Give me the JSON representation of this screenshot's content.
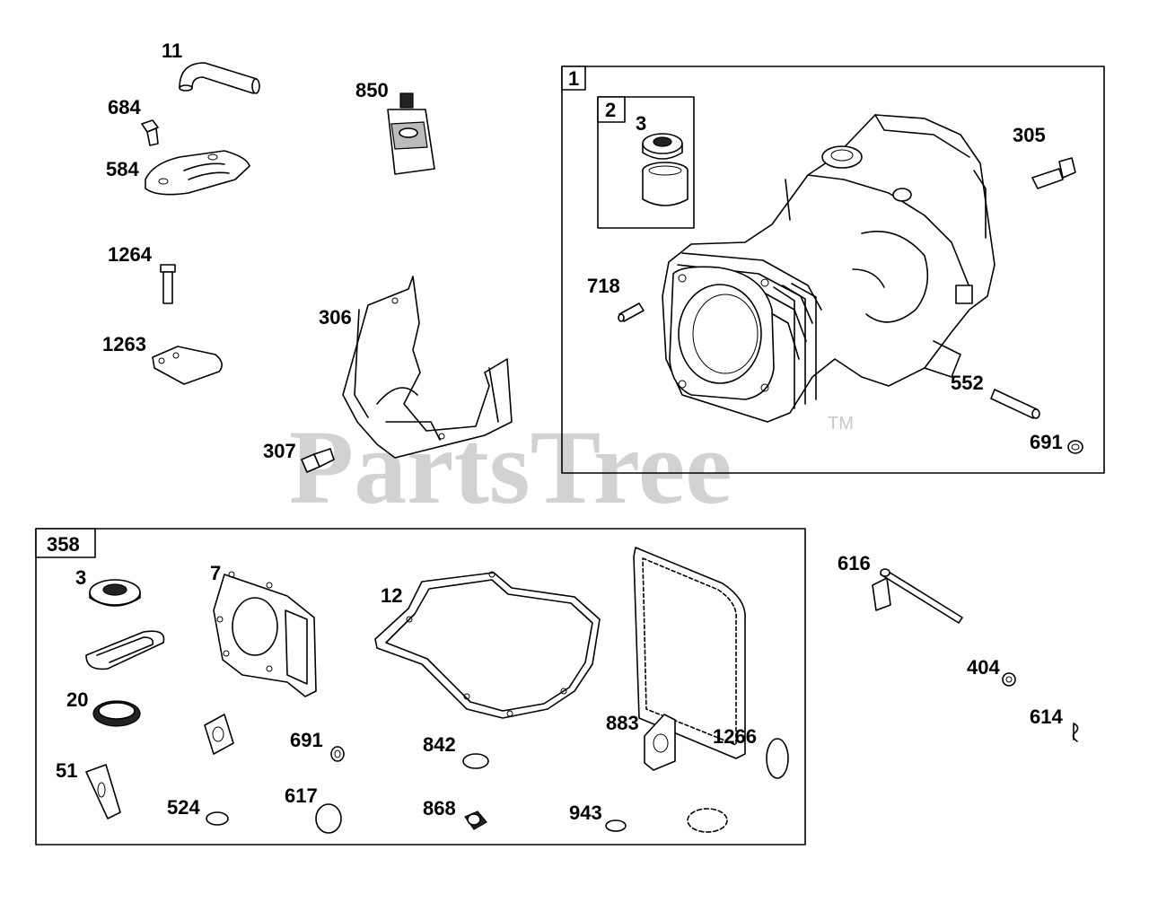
{
  "watermark": {
    "brand": "PartsTree",
    "trademark": "TM"
  },
  "boxes": {
    "cylinder_box_label": "1",
    "seal_sub_box_label": "2",
    "gasket_set_box_label": "358"
  },
  "callouts": {
    "p11": "11",
    "p684": "684",
    "p584": "584",
    "p850": "850",
    "p1264": "1264",
    "p1263": "1263",
    "p306": "306",
    "p307": "307",
    "p3_upper": "3",
    "p305": "305",
    "p718": "718",
    "p552": "552",
    "p691_upper": "691",
    "p3_lower": "3",
    "p7": "7",
    "p12": "12",
    "p20": "20",
    "p51": "51",
    "p524": "524",
    "p617": "617",
    "p691_lower": "691",
    "p842": "842",
    "p868": "868",
    "p883": "883",
    "p943": "943",
    "p1266": "1266",
    "p616": "616",
    "p404": "404",
    "p614": "614"
  }
}
